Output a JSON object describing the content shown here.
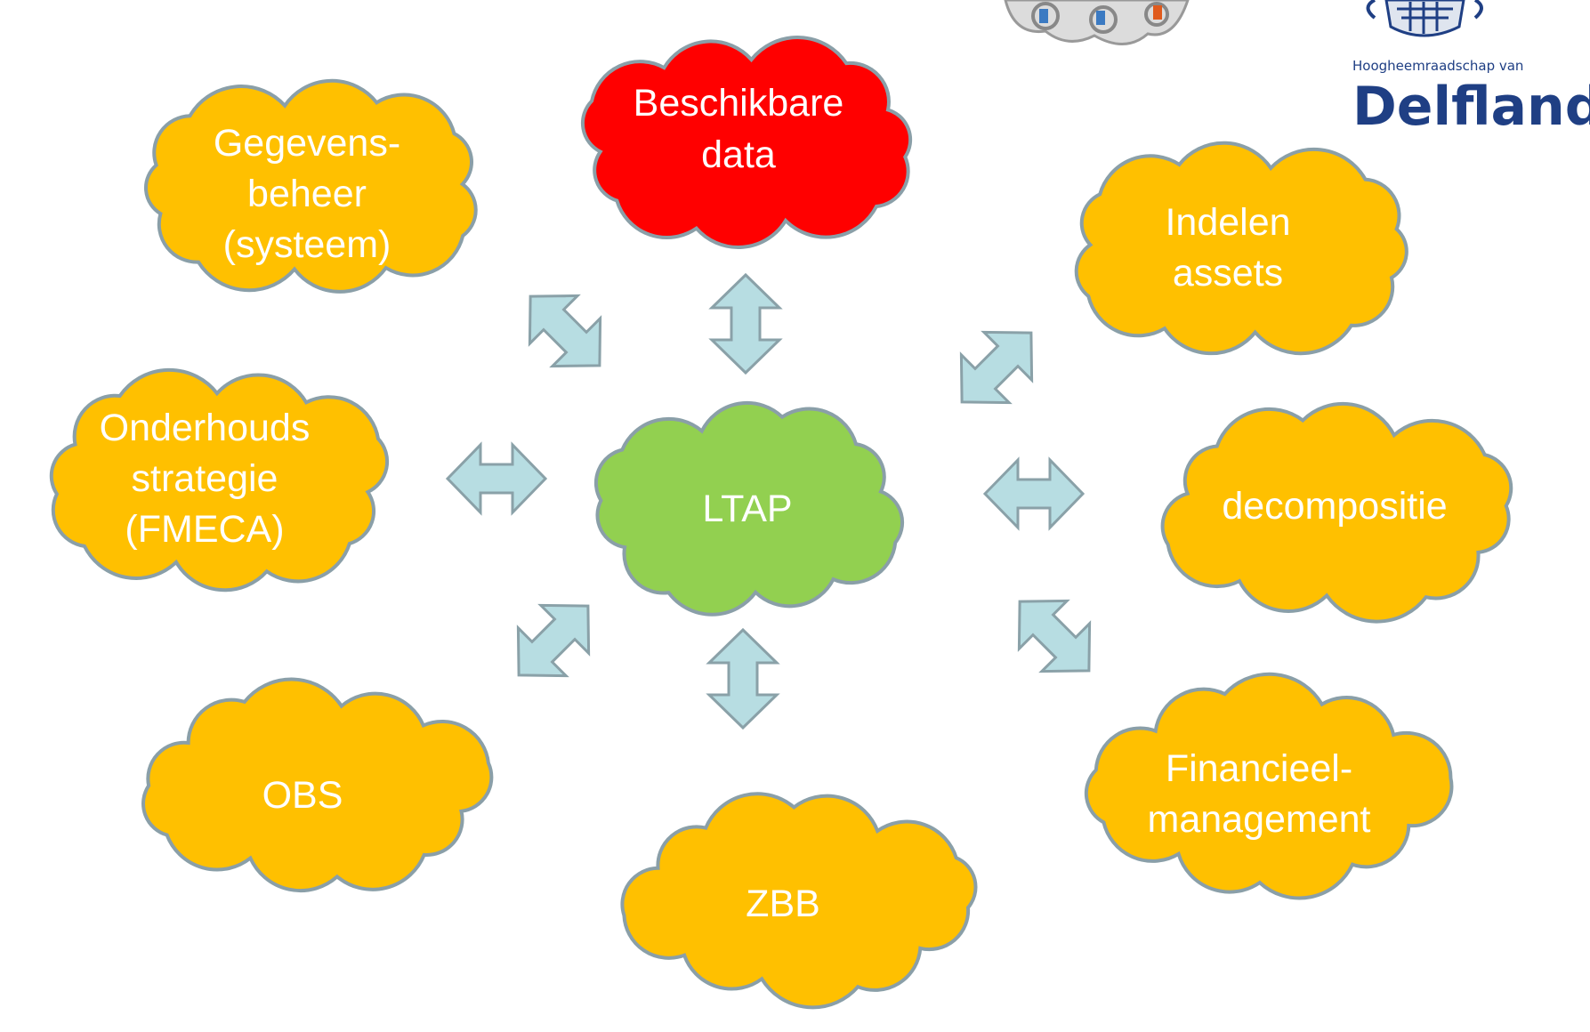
{
  "colors": {
    "center_fill": "#92d050",
    "node_fill": "#ffc000",
    "highlight_fill": "#ff0000",
    "outline": "#8a9fa8",
    "arrow_fill": "#b7dde2",
    "arrow_stroke": "#8aa1a8",
    "text": "#ffffff",
    "logo_blue": "#1f3f84"
  },
  "center": {
    "label": "LTAP"
  },
  "nodes": [
    {
      "id": "beschikbare-data",
      "lines": [
        "Beschikbare",
        "data"
      ]
    },
    {
      "id": "gegevensbeheer",
      "lines": [
        "Gegevens-",
        "beheer",
        "(systeem)"
      ]
    },
    {
      "id": "indelen-assets",
      "lines": [
        "Indelen",
        "assets"
      ]
    },
    {
      "id": "onderhoudsstrategie",
      "lines": [
        "Onderhouds",
        "strategie",
        "(FMECA)"
      ]
    },
    {
      "id": "decompositie",
      "lines": [
        "decompositie"
      ]
    },
    {
      "id": "obs",
      "lines": [
        "OBS"
      ]
    },
    {
      "id": "zbb",
      "lines": [
        "ZBB"
      ]
    },
    {
      "id": "financieel-management",
      "lines": [
        "Financieel-",
        "management"
      ]
    }
  ],
  "logo": {
    "line1": "Hoogheemraadschap van",
    "line2": "Delfland"
  }
}
